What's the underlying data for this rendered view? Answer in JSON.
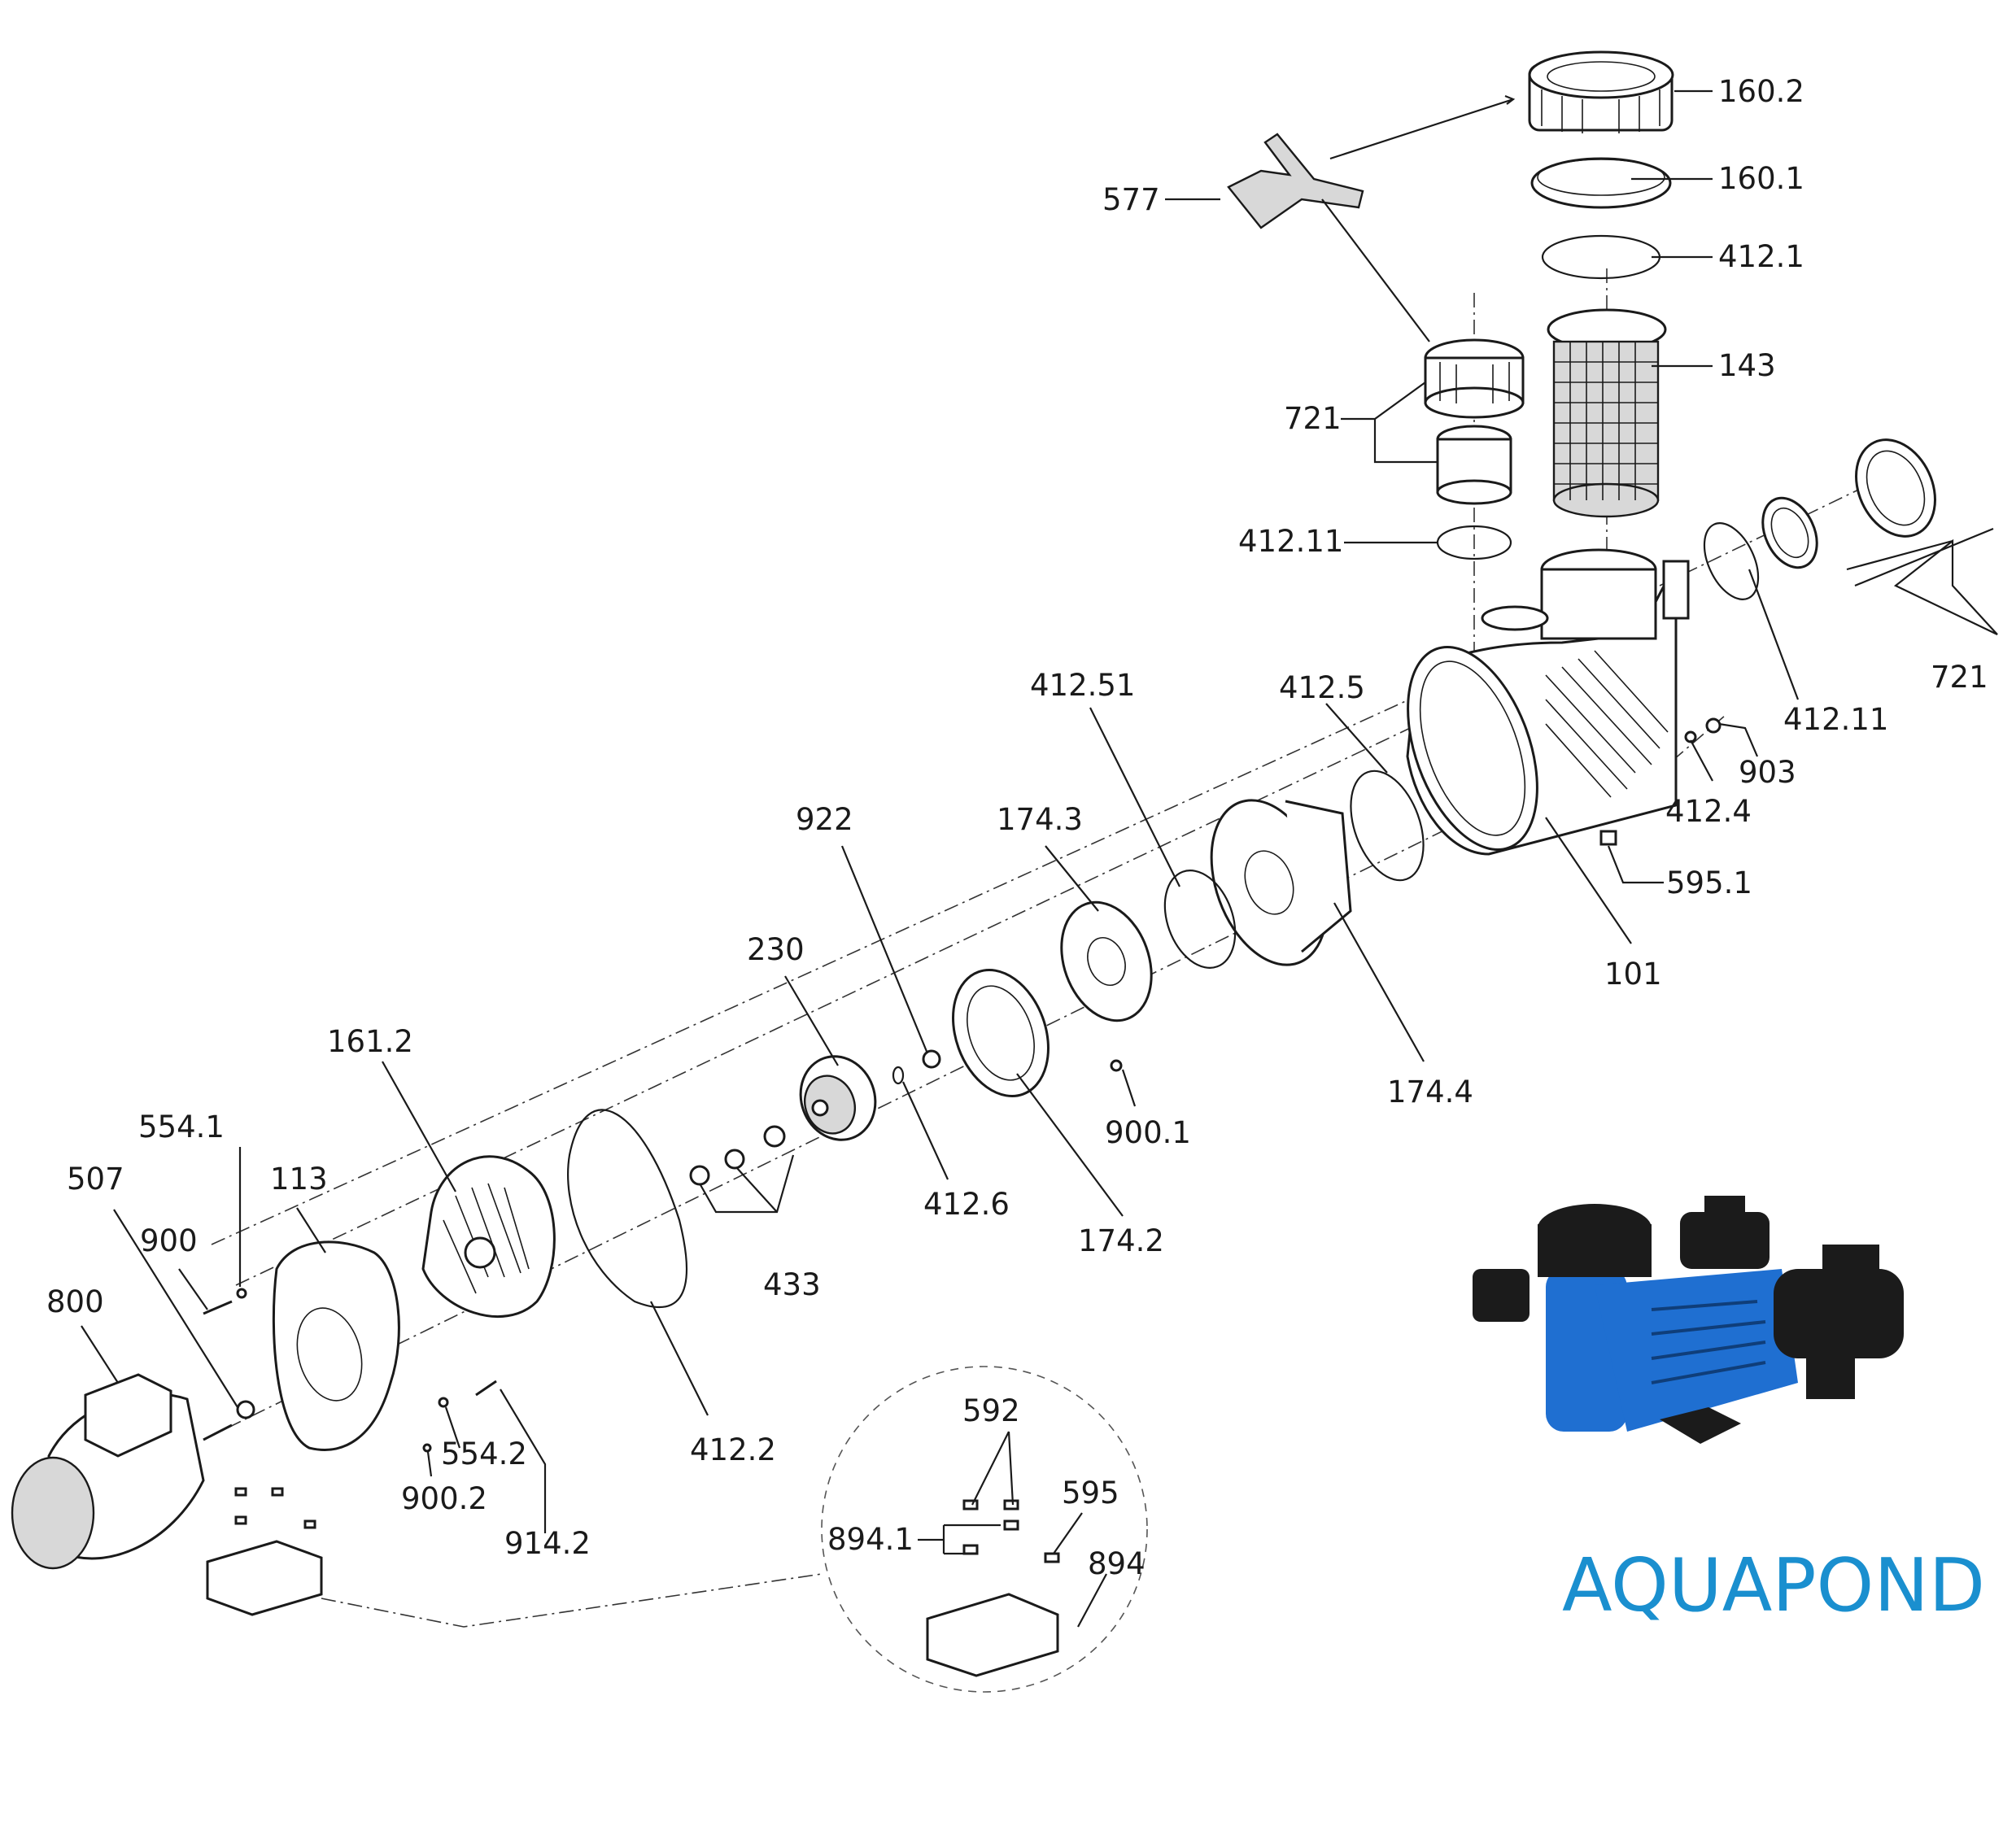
{
  "diagram": {
    "labels": [
      {
        "id": "160.2",
        "text": "160.2"
      },
      {
        "id": "160.1",
        "text": "160.1"
      },
      {
        "id": "412.1",
        "text": "412.1"
      },
      {
        "id": "143",
        "text": "143"
      },
      {
        "id": "577",
        "text": "577"
      },
      {
        "id": "721a",
        "text": "721"
      },
      {
        "id": "412.11a",
        "text": "412.11"
      },
      {
        "id": "721b",
        "text": "721"
      },
      {
        "id": "412.11b",
        "text": "412.11"
      },
      {
        "id": "903",
        "text": "903"
      },
      {
        "id": "412.4",
        "text": "412.4"
      },
      {
        "id": "595.1",
        "text": "595.1"
      },
      {
        "id": "101",
        "text": "101"
      },
      {
        "id": "412.51",
        "text": "412.51"
      },
      {
        "id": "412.5",
        "text": "412.5"
      },
      {
        "id": "922",
        "text": "922"
      },
      {
        "id": "174.3",
        "text": "174.3"
      },
      {
        "id": "230",
        "text": "230"
      },
      {
        "id": "174.4",
        "text": "174.4"
      },
      {
        "id": "900.1",
        "text": "900.1"
      },
      {
        "id": "412.6",
        "text": "412.6"
      },
      {
        "id": "174.2",
        "text": "174.2"
      },
      {
        "id": "161.2",
        "text": "161.2"
      },
      {
        "id": "554.1",
        "text": "554.1"
      },
      {
        "id": "507",
        "text": "507"
      },
      {
        "id": "113",
        "text": "113"
      },
      {
        "id": "900",
        "text": "900"
      },
      {
        "id": "800",
        "text": "800"
      },
      {
        "id": "433",
        "text": "433"
      },
      {
        "id": "412.2",
        "text": "412.2"
      },
      {
        "id": "554.2",
        "text": "554.2"
      },
      {
        "id": "900.2",
        "text": "900.2"
      },
      {
        "id": "914.2",
        "text": "914.2"
      },
      {
        "id": "592",
        "text": "592"
      },
      {
        "id": "595",
        "text": "595"
      },
      {
        "id": "894.1",
        "text": "894.1"
      },
      {
        "id": "894",
        "text": "894"
      }
    ]
  },
  "brand": {
    "logo_text": "AquaPond",
    "color": "#1a8fcf"
  },
  "colors": {
    "pump_body": "#1f6fd1",
    "pump_black": "#1b1b1b"
  }
}
